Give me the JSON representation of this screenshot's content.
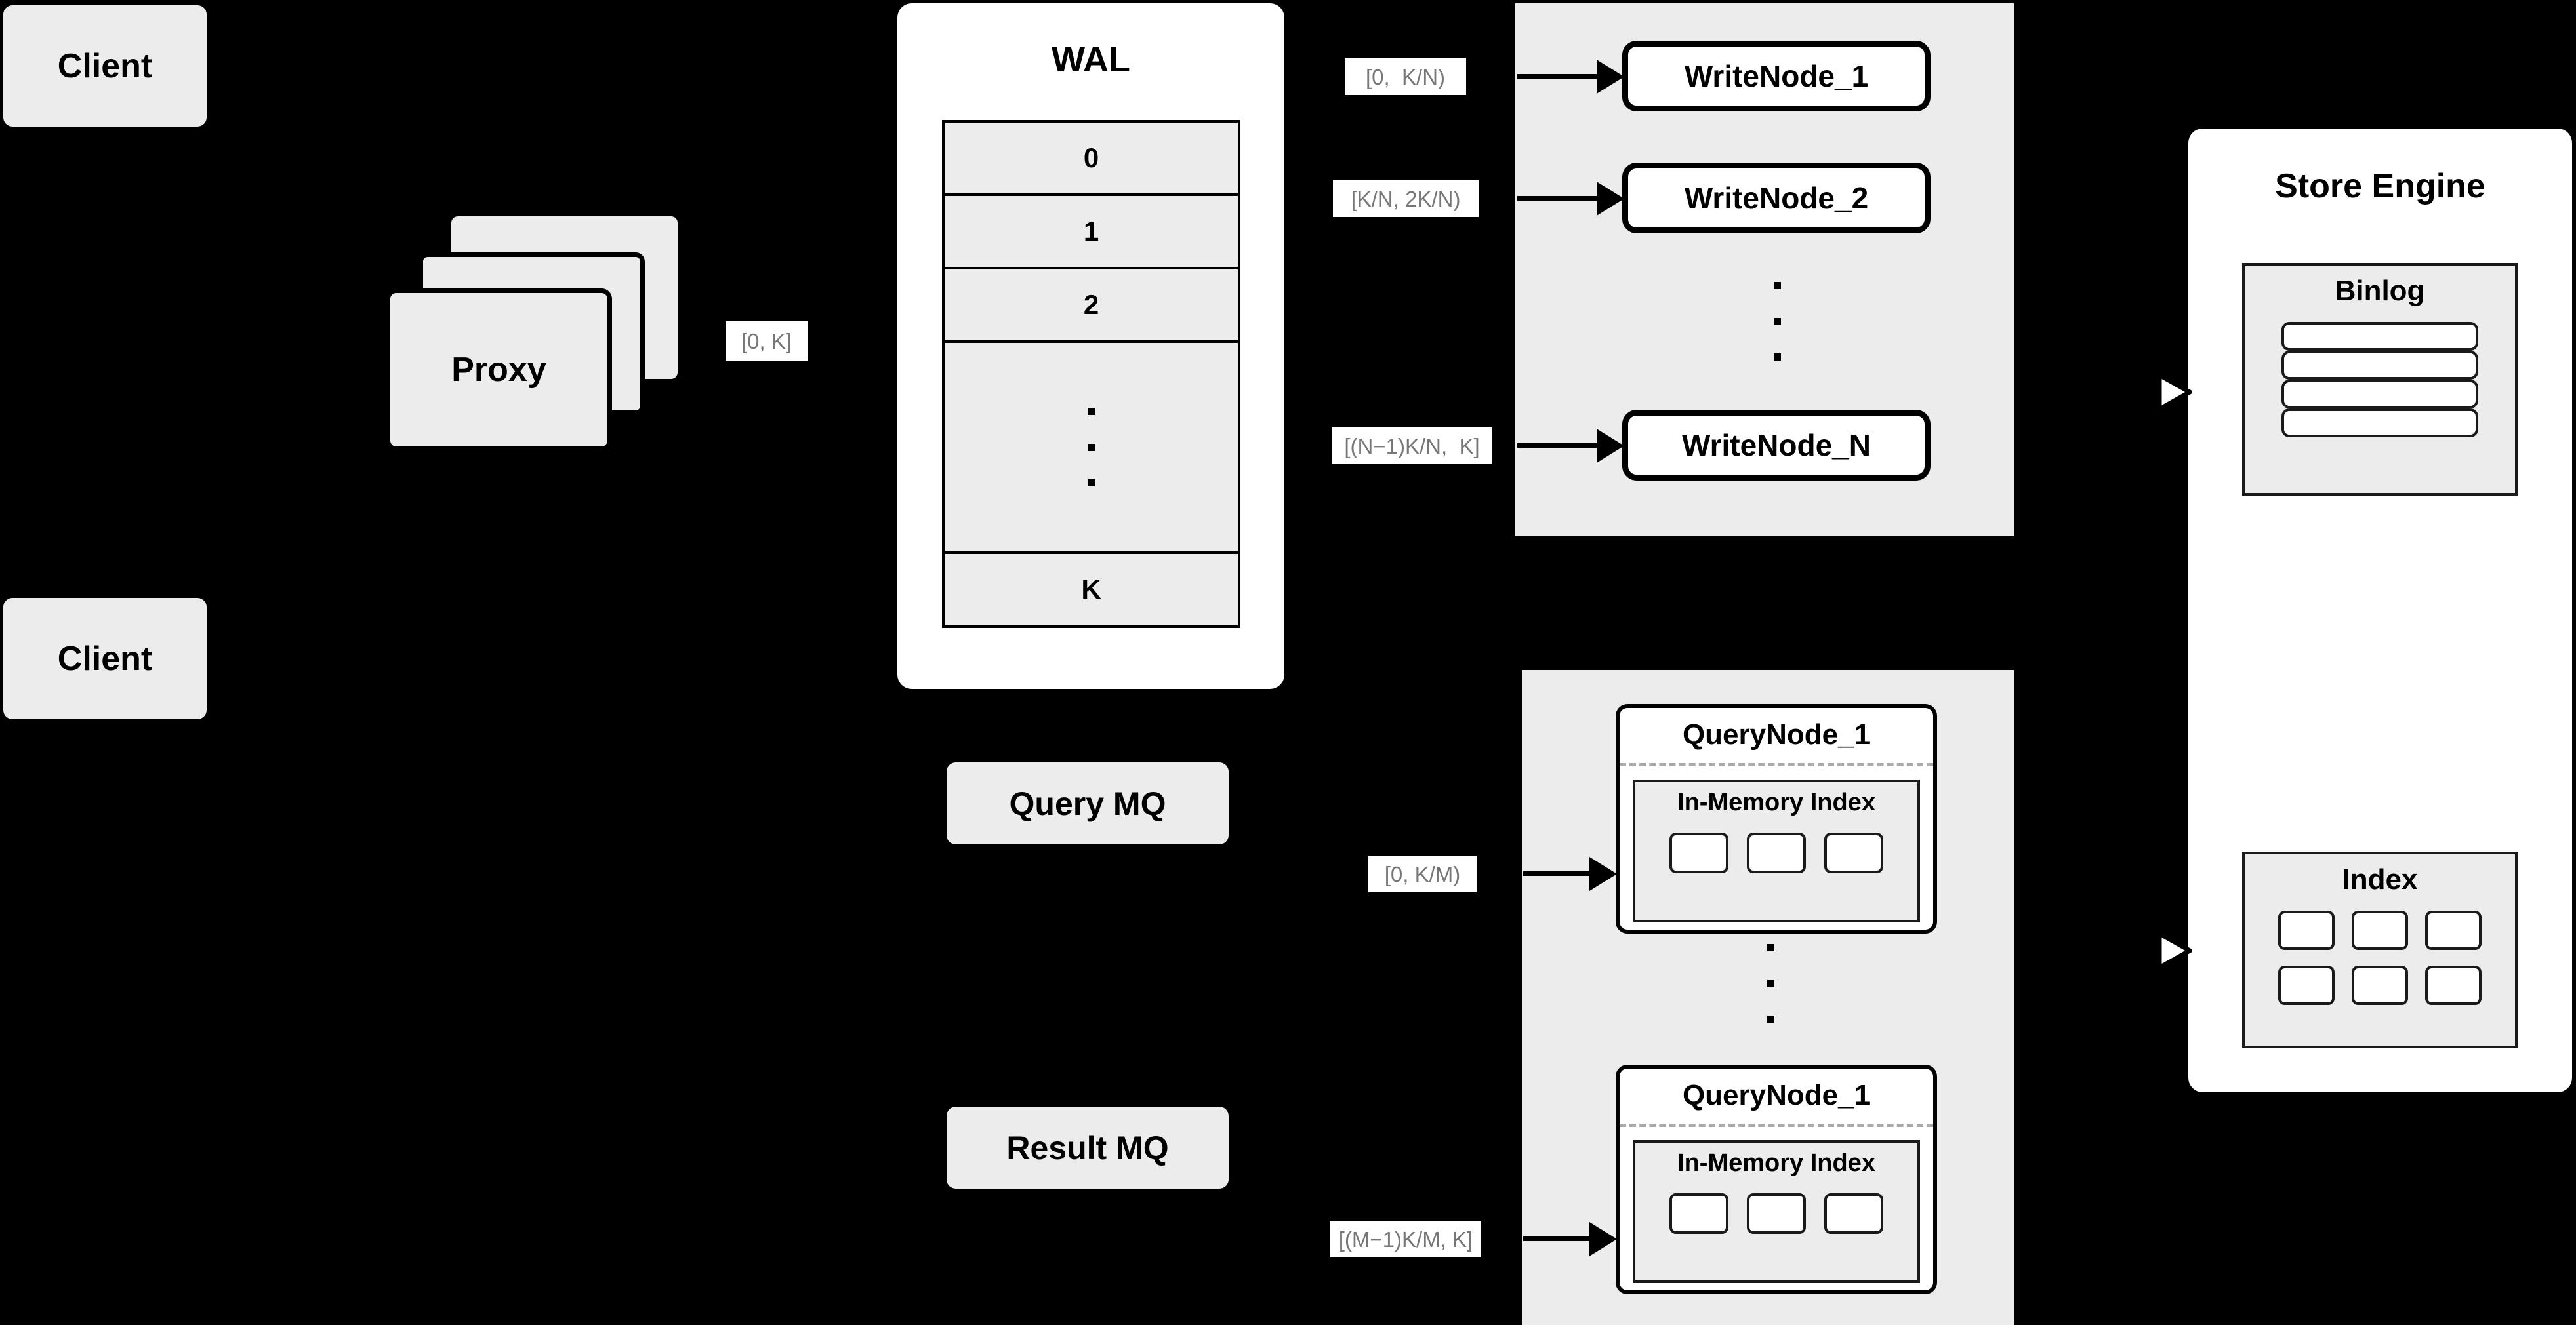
{
  "diagram": {
    "background_color": "#000000",
    "node_fill": "#ECECEC",
    "card_fill": "#FFFFFF",
    "stroke": "#000000",
    "label_text_color": "#777777"
  },
  "clients": [
    {
      "label": "Client"
    },
    {
      "label": "Client"
    }
  ],
  "proxy": {
    "label": "Proxy",
    "range_label": "[0, K]"
  },
  "wal": {
    "title": "WAL",
    "rows": [
      {
        "label": "0"
      },
      {
        "label": "1"
      },
      {
        "label": "2"
      },
      {
        "label": "",
        "ellipsis": true
      },
      {
        "label": "K"
      }
    ]
  },
  "write_nodes": {
    "nodes": [
      {
        "label": "WriteNode_1",
        "range_label": "[0,  K/N)"
      },
      {
        "label": "WriteNode_2",
        "range_label": "[K/N, 2K/N)"
      },
      {
        "label": "WriteNode_N",
        "range_label": "[(N−1)K/N,  K]"
      }
    ]
  },
  "query_nodes": {
    "nodes": [
      {
        "label": "QueryNode_1",
        "range_label": "[0, K/M)",
        "index": {
          "title": "In-Memory Index",
          "slots": 3
        }
      },
      {
        "label": "QueryNode_1",
        "range_label": "[(M−1)K/M, K]",
        "index": {
          "title": "In-Memory Index",
          "slots": 3
        }
      }
    ]
  },
  "message_queues": [
    {
      "label": "Query MQ"
    },
    {
      "label": "Result MQ"
    }
  ],
  "store_engine": {
    "title": "Store Engine",
    "binlog": {
      "title": "Binlog",
      "rows": 4
    },
    "index": {
      "title": "Index",
      "rows": 2,
      "cols": 3
    }
  }
}
